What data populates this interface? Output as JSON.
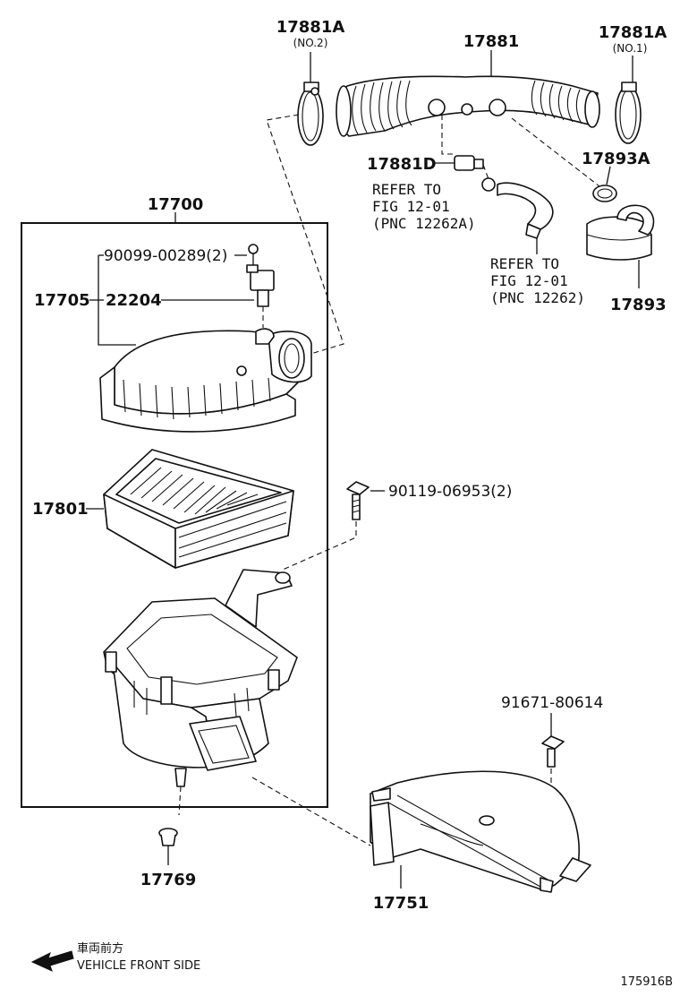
{
  "parts": {
    "clamp_no2": {
      "number": "17881A",
      "sub": "(NO.2)"
    },
    "hose_intake": {
      "number": "17881"
    },
    "clamp_no1": {
      "number": "17881A",
      "sub": "(NO.1)"
    },
    "plug": {
      "number": "17881D"
    },
    "clamp_small": {
      "number": "17893A"
    },
    "resonator": {
      "number": "17893"
    },
    "assy": {
      "number": "17700"
    },
    "bolt_top": {
      "number": "90099-00289(2)"
    },
    "cap_sub": {
      "number": "17705"
    },
    "sensor": {
      "number": "22204"
    },
    "element": {
      "number": "17801"
    },
    "bolt_mid": {
      "number": "90119-06953(2)"
    },
    "bolt_low": {
      "number": "91671-80614"
    },
    "grommet": {
      "number": "17769"
    },
    "inlet": {
      "number": "17751"
    }
  },
  "refs": {
    "ref1": {
      "line1": "REFER TO",
      "line2": "FIG 12-01",
      "line3": "(PNC 12262A)"
    },
    "ref2": {
      "line1": "REFER TO",
      "line2": "FIG 12-01",
      "line3": "(PNC 12262)"
    }
  },
  "direction": {
    "jp": "車両前方",
    "en": "VEHICLE FRONT SIDE"
  },
  "figure_id": "175916B"
}
